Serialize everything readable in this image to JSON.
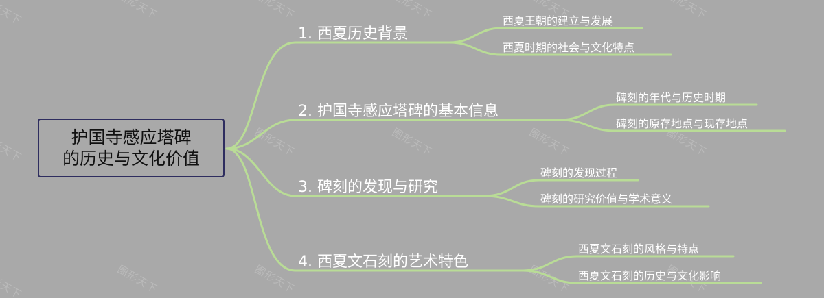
{
  "diagram": {
    "type": "mind-map",
    "colors": {
      "background": "#a9a9a9",
      "branch_line": "#b9dc96",
      "root_border": "#2e2d5f",
      "root_text": "#111111",
      "node_text": "#ffffff",
      "watermark": "#c8c8c8"
    },
    "root": {
      "line1": "护国寺感应塔碑",
      "line2": "的历史与文化价值"
    },
    "topics": [
      {
        "label": "1. 西夏历史背景",
        "children": [
          {
            "label": "西夏王朝的建立与发展"
          },
          {
            "label": "西夏时期的社会与文化特点"
          }
        ]
      },
      {
        "label": "2. 护国寺感应塔碑的基本信息",
        "children": [
          {
            "label": "碑刻的年代与历史时期"
          },
          {
            "label": "碑刻的原存地点与现存地点"
          }
        ]
      },
      {
        "label": "3. 碑刻的发现与研究",
        "children": [
          {
            "label": "碑刻的发现过程"
          },
          {
            "label": "碑刻的研究价值与学术意义"
          }
        ]
      },
      {
        "label": "4. 西夏文石刻的艺术特色",
        "children": [
          {
            "label": "西夏文石刻的风格与特点"
          },
          {
            "label": "西夏文石刻的历史与文化影响"
          }
        ]
      }
    ],
    "watermark_text": "图形天下"
  }
}
